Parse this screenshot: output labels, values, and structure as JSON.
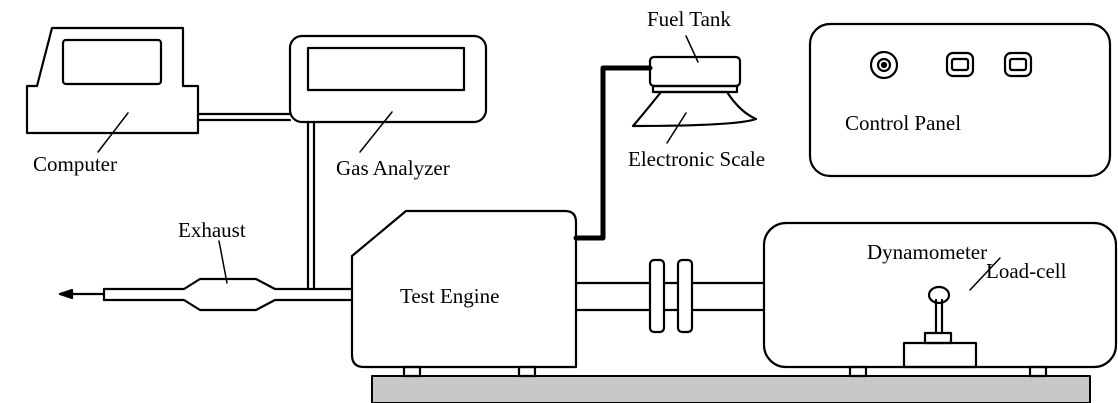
{
  "labels": {
    "computer": "Computer",
    "gas_analyzer": "Gas Analyzer",
    "fuel_tank": "Fuel Tank",
    "electronic_scale": "Electronic Scale",
    "control_panel": "Control Panel",
    "exhaust": "Exhaust",
    "test_engine": "Test Engine",
    "dynamometer": "Dynamometer",
    "load_cell": "Load-cell"
  },
  "colors": {
    "stroke": "#000000",
    "background": "#ffffff",
    "base_fill": "#c8c8c8"
  }
}
